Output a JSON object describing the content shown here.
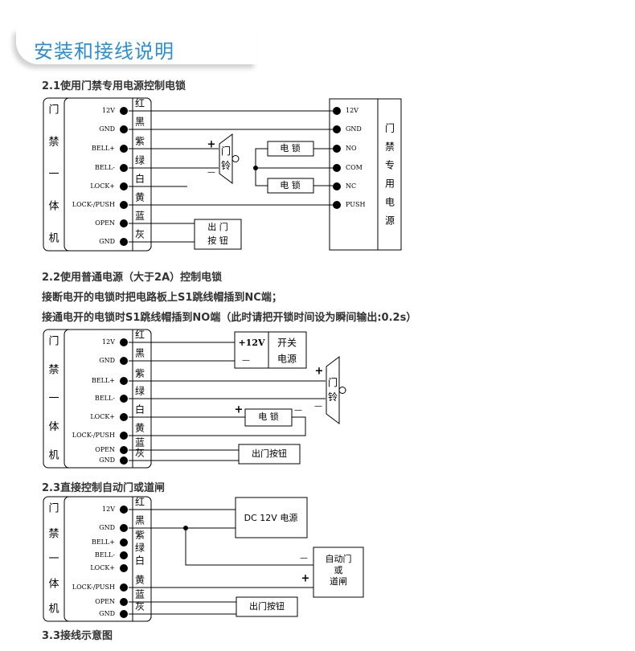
{
  "title": "安装和接线说明",
  "sections": {
    "s1_heading": "2.1使用门禁专用电源控制电锁",
    "s2_heading": "2.2使用普通电源（大于2A）控制电锁",
    "s2_note1": "接断电开的电锁时把电路板上S1跳线帽插到NC端；",
    "s2_note2": "接通电开的电锁时S1跳线帽插到NO端（此时请把开锁时间设为瞬间输出:0.2s）",
    "s3_heading": "2.3直接控制自动门或道闸",
    "s4_heading": "3.3接线示意图"
  },
  "panel": {
    "label_chars": [
      "门",
      "禁",
      "一",
      "体",
      "机"
    ],
    "terminals": [
      "12V",
      "GND",
      "BELL+",
      "BELL-",
      "LOCK+",
      "LOCK-/PUSH",
      "OPEN",
      "GND"
    ],
    "wires": [
      "红",
      "黑",
      "紫",
      "绿",
      "白",
      "黄",
      "蓝",
      "灰"
    ]
  },
  "d1": {
    "psu_chars": [
      "门",
      "禁",
      "专",
      "用",
      "电",
      "源"
    ],
    "psu_terminals": [
      "12V",
      "GND",
      "NO",
      "COM",
      "NC",
      "PUSH"
    ],
    "lock_label": "电 锁",
    "bell_chars": [
      "门",
      "铃"
    ],
    "exit_button": [
      "出 门",
      "按 钮"
    ]
  },
  "d2": {
    "psu_plus": "+12V",
    "psu_minus": "—",
    "psu_switch": "开关",
    "psu_name": "电源",
    "bell_chars": [
      "门",
      "铃"
    ],
    "lock_label": "电 锁",
    "exit_button": "出门按钮"
  },
  "d3": {
    "dc_label": "DC 12V 电源",
    "door_lines": [
      "自动门",
      "或",
      "道闸"
    ],
    "exit_button": "出门按钮"
  },
  "symbols": {
    "plus": "+",
    "minus": "—"
  }
}
